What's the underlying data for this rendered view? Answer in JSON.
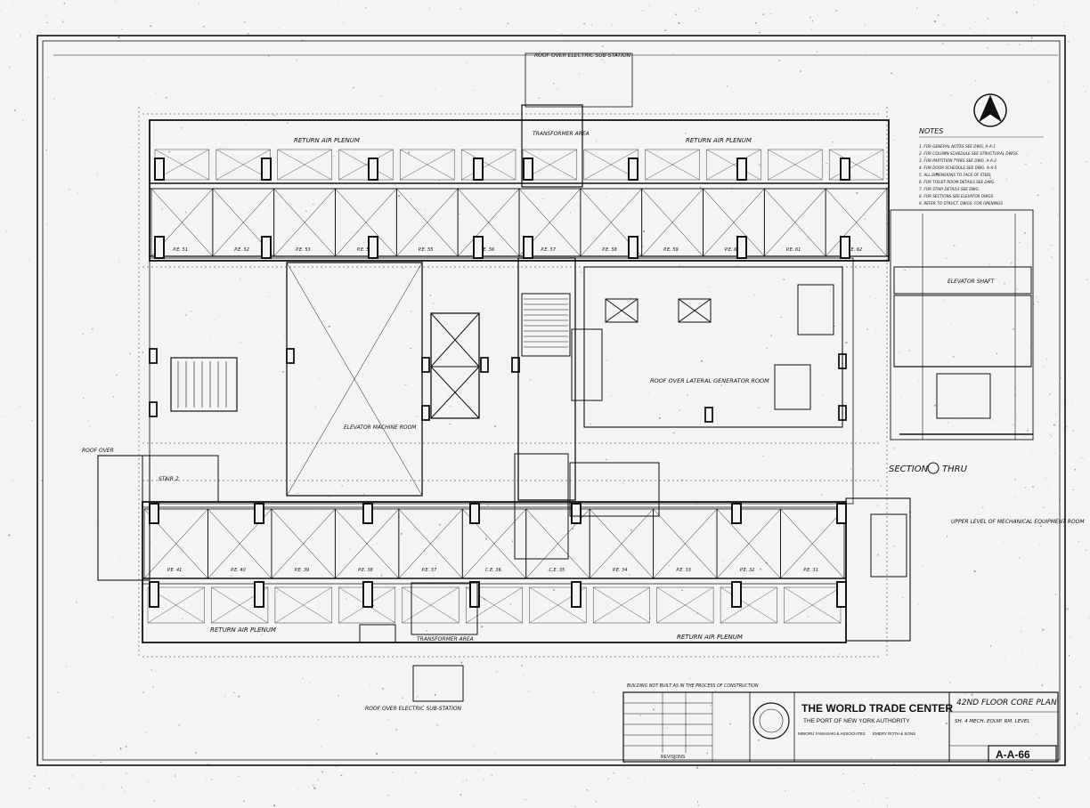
{
  "title_block": {
    "project": "THE WORLD TRADE CENTER",
    "owner": "THE PORT OF NEW YORK AUTHORITY",
    "architect_1": "MINORU YAMASAKI & ASSOCIATES",
    "architect_2": "EMERY ROTH & SONS",
    "sheet_title": "42ND FLOOR CORE PLAN",
    "sheet_subtitle": "SH. 4 MECH. EQUIP. RM. LEVEL",
    "sheet_number": "A-A-66",
    "revisions_label": "REVISIONS",
    "status_note": "BUILDING NOT BUILT AS IN THE PROCESS OF CONSTRUCTION"
  },
  "rooms": {
    "return_plenum_top_left": "RETURN AIR PLENUM",
    "return_plenum_top_right": "RETURN AIR PLENUM",
    "return_plenum_bottom_left": "RETURN AIR PLENUM",
    "return_plenum_bottom_right": "RETURN AIR PLENUM",
    "transformer_top": "TRANSFORMER AREA",
    "transformer_bottom": "TRANSFORMER AREA",
    "elevator_machine_room": "ELEVATOR MACHINE ROOM",
    "generator_room": "ROOF OVER LATERAL GENERATOR ROOM",
    "substation_top": "ROOF OVER ELECTRIC SUB-STATION",
    "substation_bottom": "ROOF OVER ELECTRIC SUB-STATION",
    "stair_2": "STAIR 2",
    "roof_over_top": "ROOF OVER"
  },
  "section": {
    "label": "SECTION",
    "thru": "THRU",
    "upper_level": "UPPER LEVEL OF MECHANICAL EQUIPMENT ROOM",
    "elevator_shaft": "ELEVATOR SHAFT"
  },
  "notes": {
    "heading": "NOTES",
    "lines": [
      "1. FOR GENERAL NOTES SEE DWG. A-A-1",
      "2. FOR COLUMN SCHEDULE SEE STRUCTURAL DWGS.",
      "3. FOR PARTITION TYPES SEE DWG. A-A-2",
      "4. FOR DOOR SCHEDULE SEE DWG. A-A-5",
      "5. ALL DIMENSIONS TO FACE OF STEEL",
      "6. FOR TOILET ROOM DETAILS SEE DWG.",
      "7. FOR STAIR DETAILS SEE DWG.",
      "8. FOR SECTIONS SEE ELEVATOR DWGS.",
      "9. REFER TO STRUCT. DWGS. FOR OPENINGS"
    ]
  },
  "columns_top": [
    "P.E. 51",
    "P.E. 52",
    "P.E. 53",
    "P.E. 54",
    "P.E. 55",
    "P.E. 56",
    "P.E. 57",
    "P.E. 58",
    "P.E. 59",
    "P.E. 60",
    "P.E. 61",
    "P.E. 62"
  ],
  "columns_bottom": [
    "P.E. 41",
    "P.E. 40",
    "P.E. 39",
    "P.E. 38",
    "P.E. 37",
    "C.E. 36",
    "C.E. 35",
    "P.E. 34",
    "P.E. 33",
    "P.E. 32",
    "P.E. 31"
  ],
  "colors": {
    "paper": "#f4f4f2",
    "ink": "#111111",
    "noise": "#555555"
  }
}
